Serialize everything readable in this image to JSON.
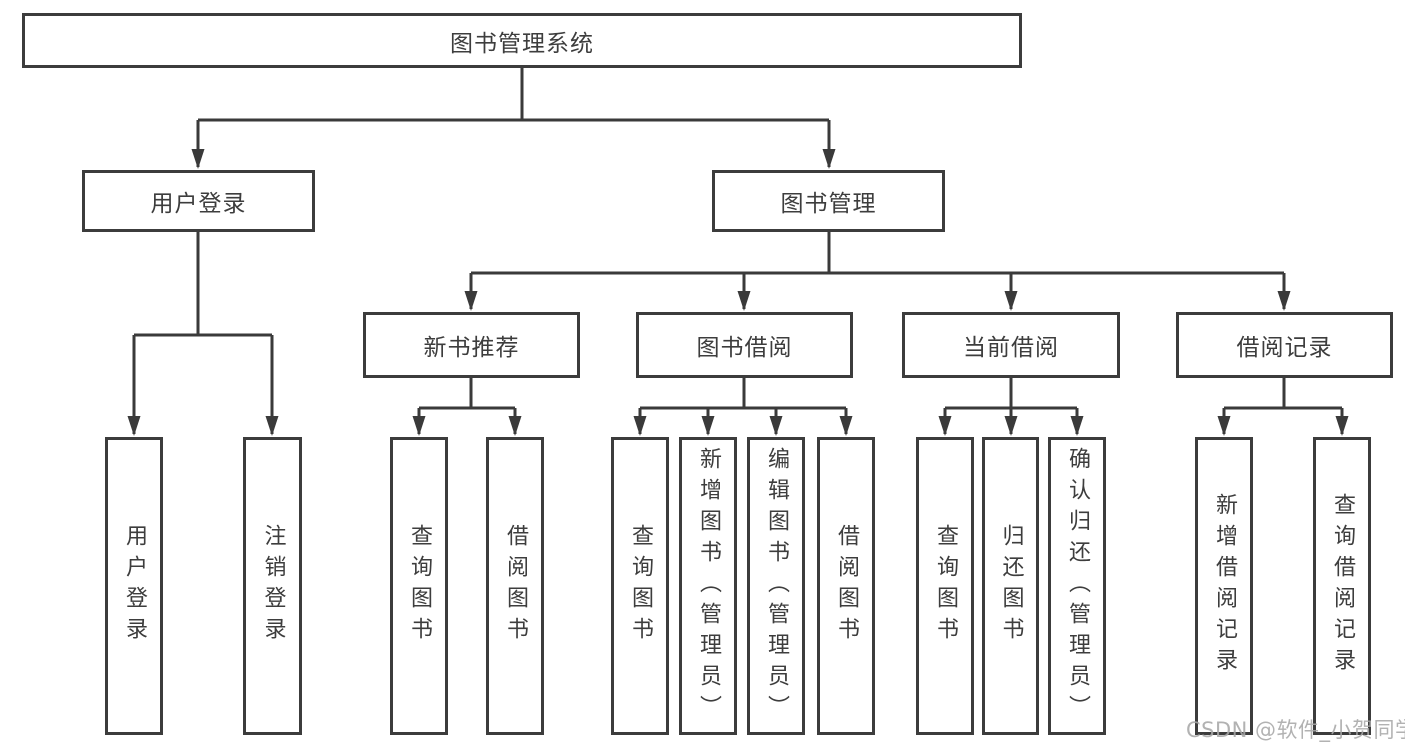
{
  "diagram": {
    "root": {
      "label": "图书管理系统"
    },
    "branches": {
      "user_login": {
        "label": "用户登录",
        "children": {
          "login": {
            "label": "用户登录"
          },
          "logout": {
            "label": "注销登录"
          }
        }
      },
      "book_mgmt": {
        "label": "图书管理",
        "children": {
          "new_book_rec": {
            "label": "新书推荐",
            "children": {
              "query": {
                "label": "查询图书"
              },
              "borrow": {
                "label": "借阅图书"
              }
            }
          },
          "book_borrow": {
            "label": "图书借阅",
            "children": {
              "query": {
                "label": "查询图书"
              },
              "add": {
                "label": "新增图书（管理员）"
              },
              "edit": {
                "label": "编辑图书（管理员）"
              },
              "borrow": {
                "label": "借阅图书"
              }
            }
          },
          "current_borrow": {
            "label": "当前借阅",
            "children": {
              "query": {
                "label": "查询图书"
              },
              "return": {
                "label": "归还图书"
              },
              "confirm": {
                "label": "确认归还（管理员）"
              }
            }
          },
          "borrow_records": {
            "label": "借阅记录",
            "children": {
              "add": {
                "label": "新增借阅记录"
              },
              "query": {
                "label": "查询借阅记录"
              }
            }
          }
        }
      }
    },
    "watermark": "CSDN @软件_小贺同学",
    "colors": {
      "line": "#3a3a3a",
      "box_border": "#3c3c3c",
      "text": "#3d3d3d",
      "background": "#ffffff",
      "watermark": "#a8a8a8"
    }
  }
}
